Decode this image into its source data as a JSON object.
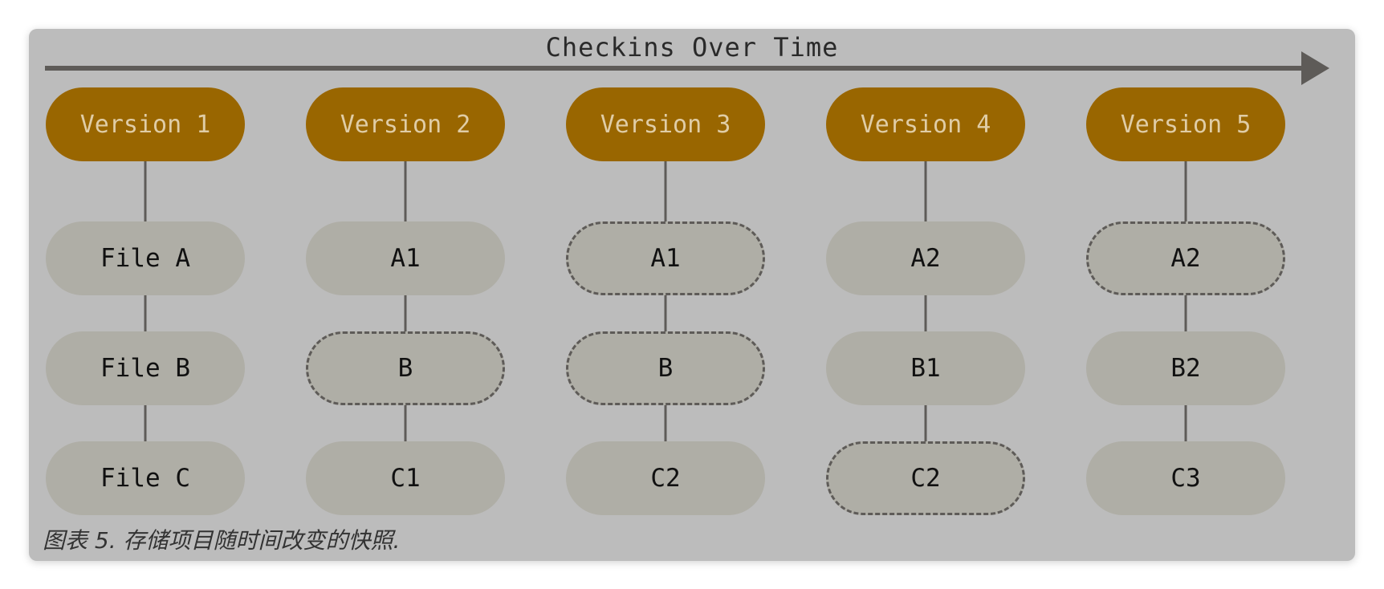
{
  "diagram": {
    "title": "Checkins Over Time",
    "caption": "图表 5. 存储项目随时间改变的快照.",
    "colors": {
      "panel": "#bcbcbc",
      "version_fill": "#996600",
      "version_text": "#e0cda6",
      "file_fill": "#afaea6",
      "line": "#5e5b58"
    },
    "columns": [
      {
        "version": "Version 1",
        "files": [
          {
            "label": "File A",
            "changed": true
          },
          {
            "label": "File B",
            "changed": true
          },
          {
            "label": "File C",
            "changed": true
          }
        ]
      },
      {
        "version": "Version 2",
        "files": [
          {
            "label": "A1",
            "changed": true
          },
          {
            "label": "B",
            "changed": false
          },
          {
            "label": "C1",
            "changed": true
          }
        ]
      },
      {
        "version": "Version 3",
        "files": [
          {
            "label": "A1",
            "changed": false
          },
          {
            "label": "B",
            "changed": false
          },
          {
            "label": "C2",
            "changed": true
          }
        ]
      },
      {
        "version": "Version 4",
        "files": [
          {
            "label": "A2",
            "changed": true
          },
          {
            "label": "B1",
            "changed": true
          },
          {
            "label": "C2",
            "changed": false
          }
        ]
      },
      {
        "version": "Version 5",
        "files": [
          {
            "label": "A2",
            "changed": false
          },
          {
            "label": "B2",
            "changed": true
          },
          {
            "label": "C3",
            "changed": true
          }
        ]
      }
    ]
  }
}
